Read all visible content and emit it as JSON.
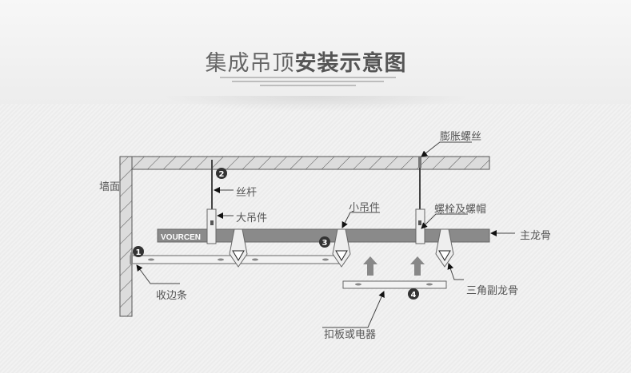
{
  "title": {
    "light": "集成吊顶",
    "bold": "安装示意图"
  },
  "diagram": {
    "brand": "VOURCEN",
    "numbers": [
      "1",
      "2",
      "3",
      "4"
    ],
    "labels": {
      "wall": "墙面",
      "rod": "丝杆",
      "big_hanger": "大吊件",
      "small_hanger": "小吊件",
      "expansion_screw": "膨胀螺丝",
      "bolt_nut": "螺栓及螺帽",
      "main_keel": "主龙骨",
      "triangle_keel": "三角副龙骨",
      "edge_strip": "收边条",
      "panel": "扣板或电器"
    }
  }
}
